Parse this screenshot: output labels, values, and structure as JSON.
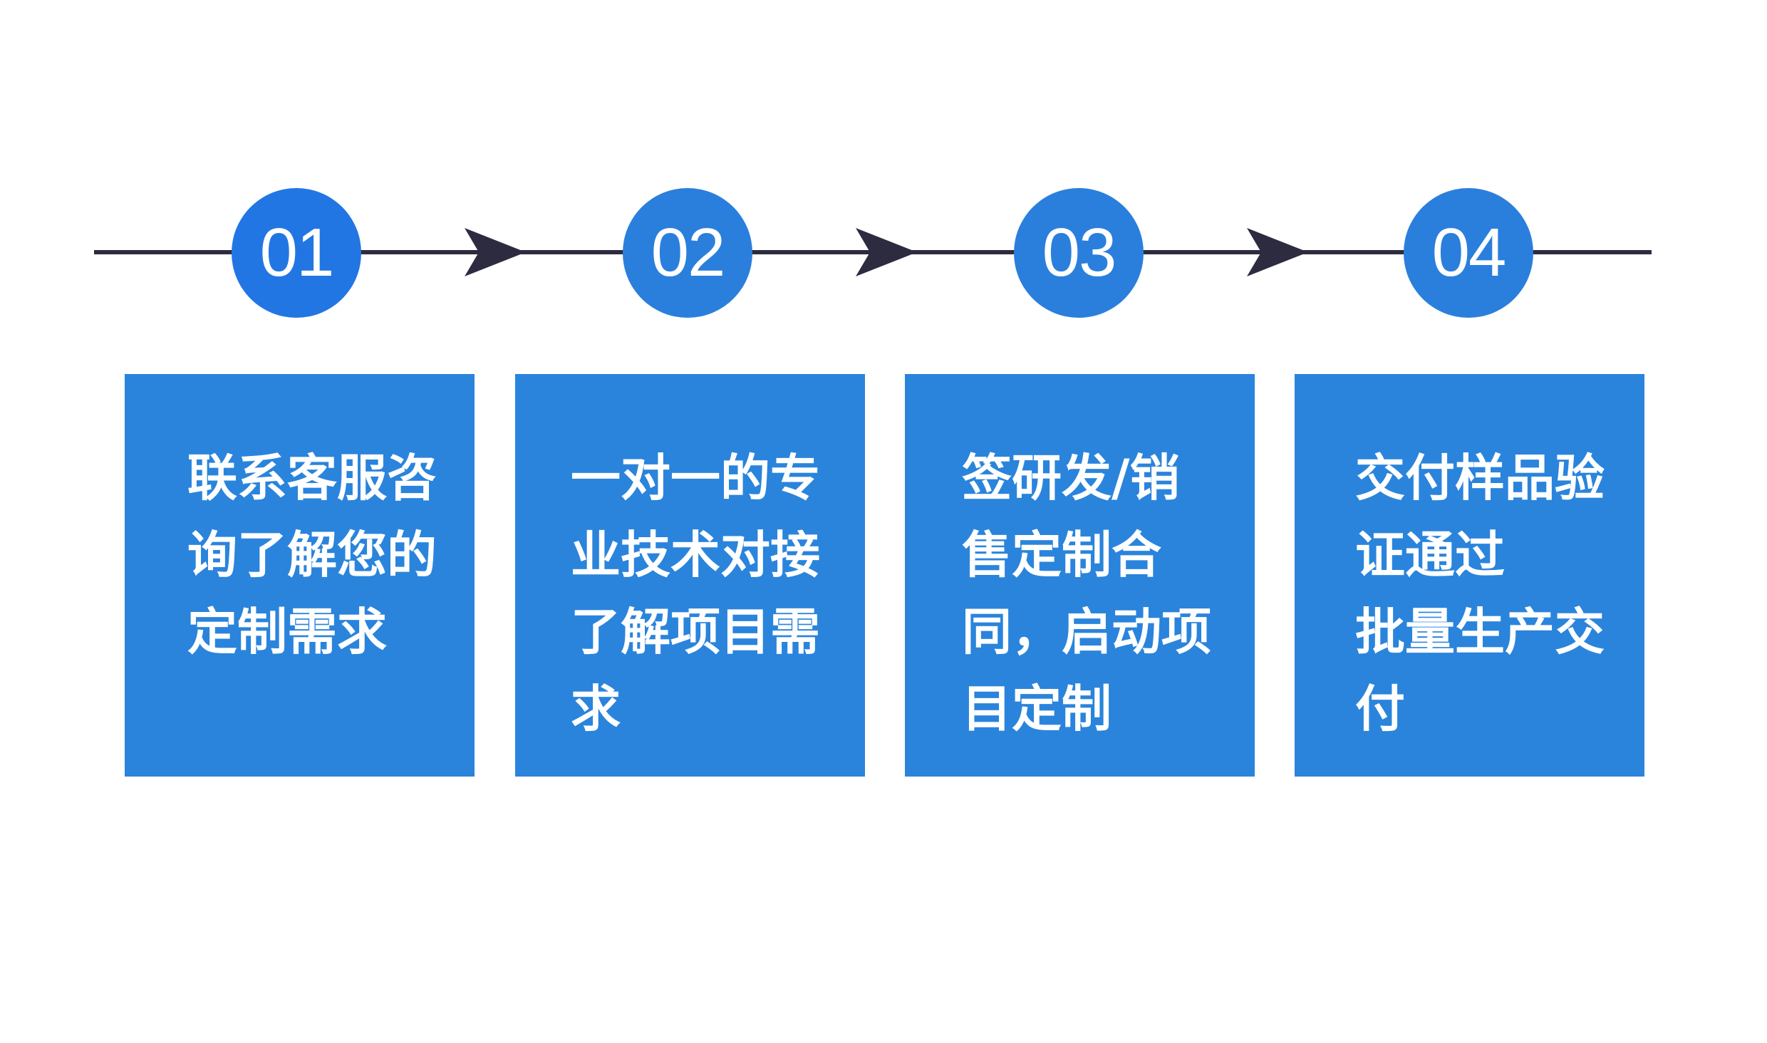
{
  "colors": {
    "line": "#2d2b40",
    "arrow": "#2d2b40",
    "circle": "#2a7fdc",
    "box": "#2a84dc",
    "text": "#ffffff"
  },
  "steps": [
    {
      "number": "01",
      "text": "联系客服咨\n询了解您的\n定制需求"
    },
    {
      "number": "02",
      "text": "一对一的专\n业技术对接\n了解项目需\n求"
    },
    {
      "number": "03",
      "text": "签研发/销\n售定制合\n同，启动项\n目定制"
    },
    {
      "number": "04",
      "text": "交付样品验\n证通过\n批量生产交\n付"
    }
  ]
}
